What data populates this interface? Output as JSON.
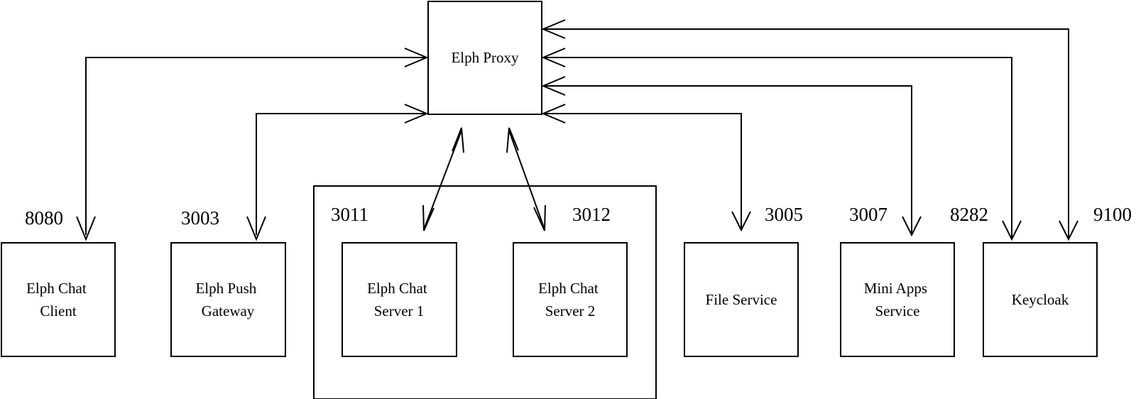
{
  "nodes": {
    "proxy": {
      "lines": [
        "Elph Proxy"
      ]
    },
    "client": {
      "lines": [
        "Elph Chat",
        "Client"
      ]
    },
    "push": {
      "lines": [
        "Elph Push",
        "Gateway"
      ]
    },
    "server1": {
      "lines": [
        "Elph Chat",
        "Server 1"
      ]
    },
    "server2": {
      "lines": [
        "Elph Chat",
        "Server 2"
      ]
    },
    "file": {
      "lines": [
        "File Service"
      ]
    },
    "miniapps": {
      "lines": [
        "Mini Apps",
        "Service"
      ]
    },
    "keycloak": {
      "lines": [
        "Keycloak"
      ]
    }
  },
  "ports": {
    "client": "8080",
    "push": "3003",
    "server1": "3011",
    "server2": "3012",
    "file": "3005",
    "miniapps": "3007",
    "keycloak_a": "8282",
    "keycloak_b": "9100"
  }
}
